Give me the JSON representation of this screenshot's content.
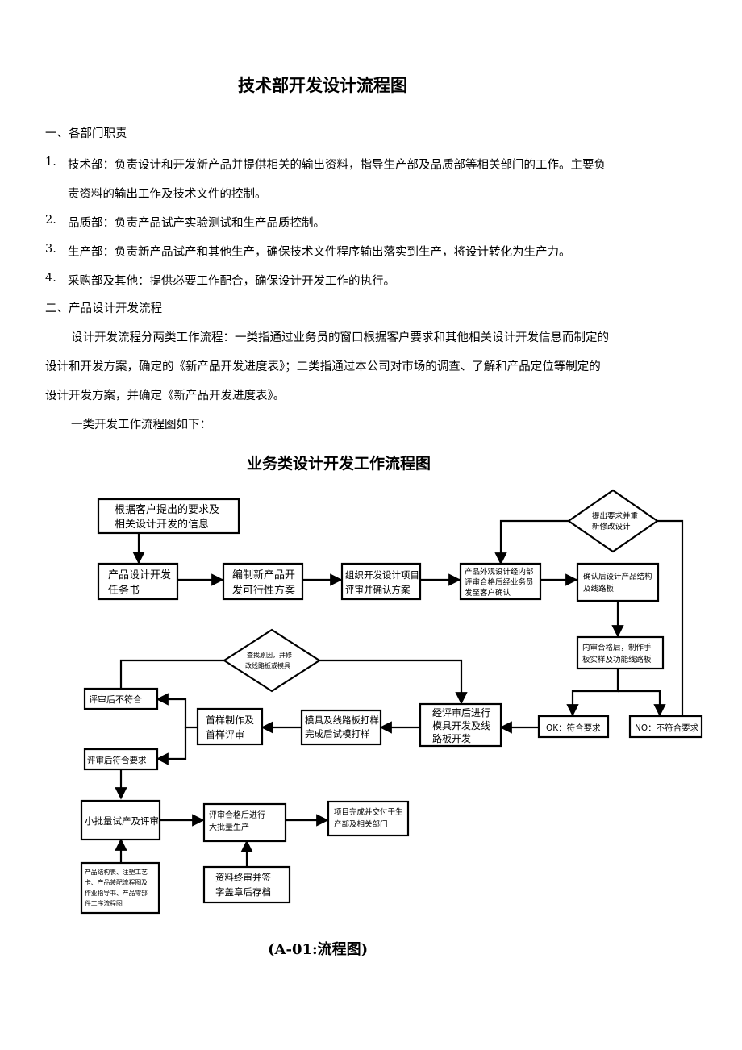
{
  "title": "技术部开发设计流程图",
  "section1": {
    "heading": "一、各部门职责",
    "items": [
      {
        "num": "1.",
        "line1": "技术部：负责设计和开发新产品并提供相关的输出资料，指导生产部及品质部等相关部门的工作。主要负",
        "line2": "责资料的输出工作及技术文件的控制。"
      },
      {
        "num": "2.",
        "line1": "品质部：负责产品试产实验测试和生产品质控制。"
      },
      {
        "num": "3.",
        "line1": "生产部：负责新产品试产和其他生产，确保技术文件程序输出落实到生产，将设计转化为生产力。"
      },
      {
        "num": "4.",
        "line1": "采购部及其他：提供必要工作配合，确保设计开发工作的执行。"
      }
    ]
  },
  "section2": {
    "heading": "二、产品设计开发流程",
    "para_lines": [
      "设计开发流程分两类工作流程：一类指通过业务员的窗口根据客户要求和其他相关设计开发信息而制定的",
      "设计和开发方案，确定的《新产品开发进度表》；二类指通过本公司对市场的调查、了解和产品定位等制定的",
      "设计开发方案，并确定《新产品开发进度表》。"
    ],
    "intro": "一类开发工作流程图如下："
  },
  "flowchart": {
    "title": "业务类设计开发工作流程图",
    "nodes": {
      "start": [
        "根据客户提出的要求及",
        "相关设计开发的信息"
      ],
      "task": [
        "产品设计开发",
        "任务书"
      ],
      "feasibility": [
        "编制新产品开",
        "发可行性方案"
      ],
      "review_plan": [
        "组织开发设计项目",
        "评审并确认方案"
      ],
      "appearance": [
        "产品外观设计经内部",
        "评审合格后经业务员",
        "发至客户确认"
      ],
      "decision_redesign": [
        "提出要求并重",
        "新修改设计"
      ],
      "confirm_structure": [
        "确认后设计产品结构",
        "及线路板"
      ],
      "internal_review": [
        "内审合格后，制作手",
        "板实样及功能线路板"
      ],
      "ok": [
        "OK：符合要求"
      ],
      "no": [
        "NO：不符合要求"
      ],
      "mold_dev": [
        "经评审后进行",
        "模具开发及线",
        "路板开发"
      ],
      "trial_print": [
        "模具及线路板打样",
        "完成后试模打样"
      ],
      "first_sample": [
        "首样制作及",
        "首样评审"
      ],
      "not_conform": [
        "评审后不符合"
      ],
      "conform": [
        "评审后符合要求"
      ],
      "decision_cause": [
        "查找原因，并修",
        "改线路板或模具"
      ],
      "small_batch": [
        "小批量试产及评审"
      ],
      "mass_production": [
        "评审合格后进行",
        "大批量生产"
      ],
      "handover": [
        "项目完成并交付于生",
        "产部及相关部门"
      ],
      "docs": [
        "产品结构表、注塑工艺",
        "卡、产品装配流程图及",
        "作业指导书、产品零部",
        "件工序流程图"
      ],
      "archive": [
        "资料终审并签",
        "字盖章后存档"
      ]
    },
    "caption": "(A-01:流程图)"
  }
}
